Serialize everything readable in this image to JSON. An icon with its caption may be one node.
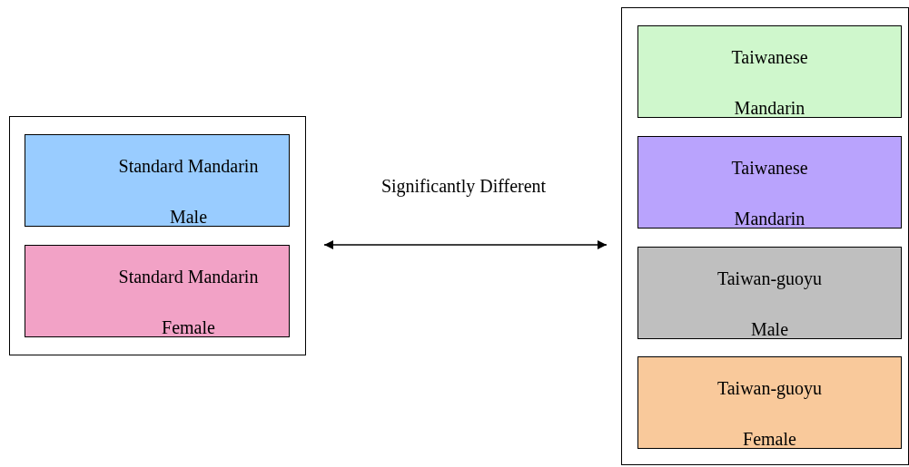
{
  "diagram": {
    "nodes": [
      {
        "text": [],
        "shape": "box"
      },
      {
        "text": [
          "Standard Mandarin Male"
        ],
        "in": 0
      },
      {
        "text": [
          "Standard Mandarin Female"
        ],
        "in": 0
      },
      {
        "text": [],
        "shape": "box"
      },
      {
        "text": [
          "Taiwanese Mandarin"
        ],
        "in": 3
      },
      {
        "text": [
          "Taiwanese Mandarin"
        ],
        "in": 3
      },
      {
        "text": [
          "Taiwan-guoyu Male"
        ],
        "in": 3
      },
      {
        "text": [
          "Taiwan-guoyu Female"
        ],
        "in": 3
      }
    ],
    "edges": [
      {
        "from": 0,
        "to": 3,
        "arrow": "both",
        "label": "Significantly Different"
      }
    ]
  }
}
